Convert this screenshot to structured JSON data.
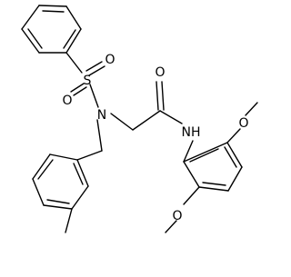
{
  "structure": {
    "atom_labels": {
      "sulfur": "S",
      "sulfonyl_oxygen_left": "O",
      "sulfonyl_oxygen_right": "O",
      "sulfonamide_nitrogen": "N",
      "carbonyl_oxygen": "O",
      "amide_nh": "NH",
      "methoxy_oxygen_upper": "O",
      "methoxy_oxygen_lower": "O"
    }
  }
}
